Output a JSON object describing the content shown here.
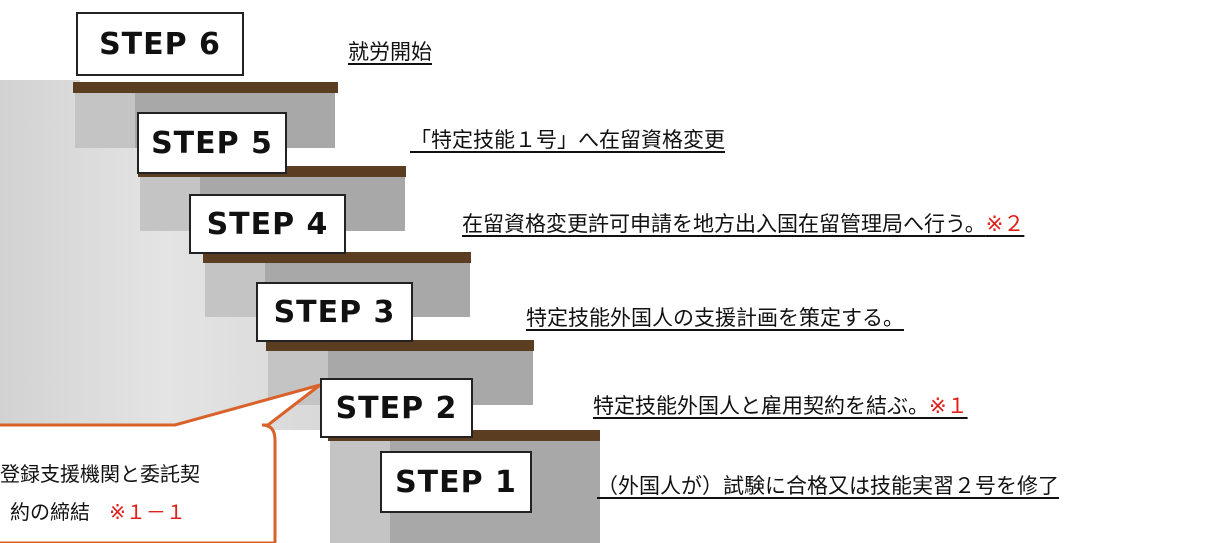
{
  "steps": [
    {
      "label": "STEP 6",
      "text": "就労開始",
      "note": ""
    },
    {
      "label": "STEP 5",
      "text": "「特定技能１号」へ在留資格変更",
      "note": ""
    },
    {
      "label": "STEP 4",
      "text": "在留資格変更許可申請を地方出入国在留管理局へ行う。",
      "note": "※２"
    },
    {
      "label": "STEP 3",
      "text": "特定技能外国人の支援計画を策定する。",
      "note": ""
    },
    {
      "label": "STEP 2",
      "text": "特定技能外国人と雇用契約を結ぶ。",
      "note": "※１"
    },
    {
      "label": "STEP 1",
      "text": "（外国人が）試験に合格又は技能実習２号を修了",
      "note": ""
    }
  ],
  "callout": {
    "line1": "登録支援機関と委託契",
    "line2": "約の締結",
    "note": "※１－１"
  },
  "colors": {
    "tread": "#5b3d22",
    "riser": "#a9a9a9",
    "wall": "#dcdcdc",
    "callout_border": "#d9622b",
    "note_red": "#e0201a"
  }
}
